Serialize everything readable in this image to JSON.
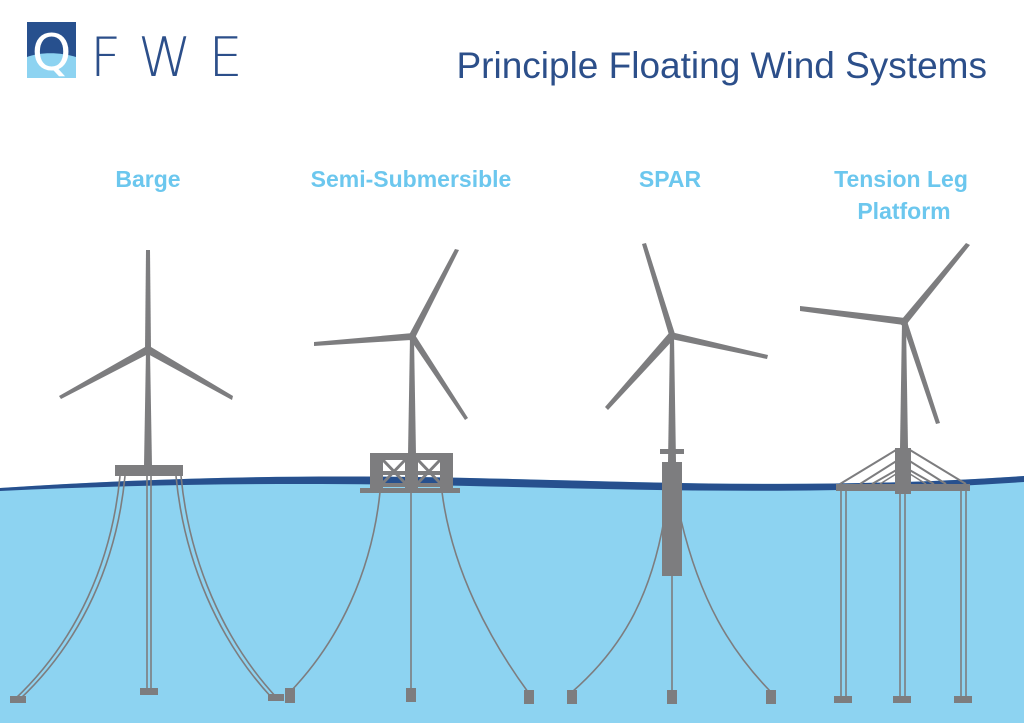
{
  "logo": {
    "mark": "Q",
    "letters": "FWE"
  },
  "title": "Principle Floating Wind Systems",
  "systems": [
    {
      "id": "barge",
      "label_lines": [
        "Barge"
      ]
    },
    {
      "id": "semi-submersible",
      "label_lines": [
        "Semi-Submersible"
      ]
    },
    {
      "id": "spar",
      "label_lines": [
        "SPAR"
      ]
    },
    {
      "id": "tension-leg-platform",
      "label_lines": [
        "Tension Leg",
        "Platform"
      ]
    }
  ],
  "colors": {
    "brand": "#2c4f8a",
    "label": "#6cc7ee",
    "sea": "#8dd3f1",
    "wave": "#27508e",
    "structure": "#7d7d7f"
  }
}
